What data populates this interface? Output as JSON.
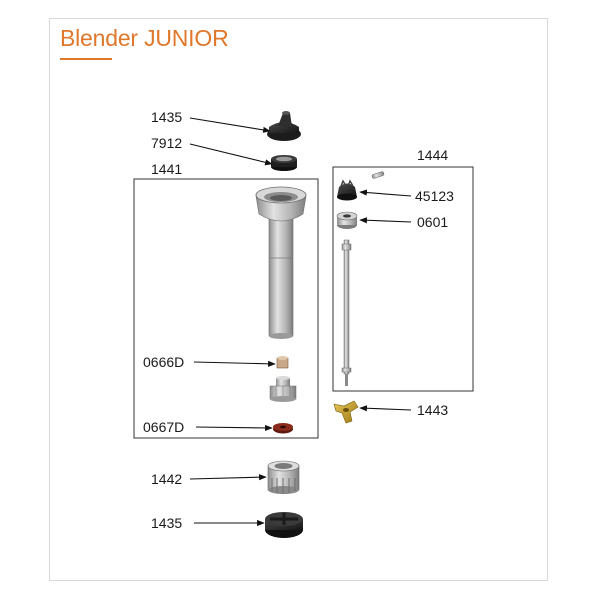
{
  "title": "Blender JUNIOR",
  "colors": {
    "accent": "#e0782c",
    "label_text": "#1a1a1a",
    "part_dark": "#2b2b2b",
    "part_metal": "#bfbfbf",
    "part_brass": "#c9a227",
    "part_rubber": "#8a2a1a"
  },
  "parts": [
    {
      "id": "part-1435-top",
      "code": "1435",
      "depicts": "black cap knob"
    },
    {
      "id": "part-7912",
      "code": "7912",
      "depicts": "black ring seal"
    },
    {
      "id": "part-1441",
      "code": "1441",
      "depicts": "shaft housing assembly"
    },
    {
      "id": "part-0666d",
      "code": "0666D",
      "depicts": "small bushing"
    },
    {
      "id": "part-0667d",
      "code": "0667D",
      "depicts": "rubber washer"
    },
    {
      "id": "part-1444",
      "code": "1444",
      "depicts": "drive shaft assembly"
    },
    {
      "id": "part-45123",
      "code": "45123",
      "depicts": "black coupling"
    },
    {
      "id": "part-0601",
      "code": "0601",
      "depicts": "ball bearing"
    },
    {
      "id": "part-1443",
      "code": "1443",
      "depicts": "brass blade"
    },
    {
      "id": "part-1442",
      "code": "1442",
      "depicts": "threaded ring nut"
    },
    {
      "id": "part-1435-bottom",
      "code": "1435",
      "depicts": "black base knob"
    }
  ]
}
